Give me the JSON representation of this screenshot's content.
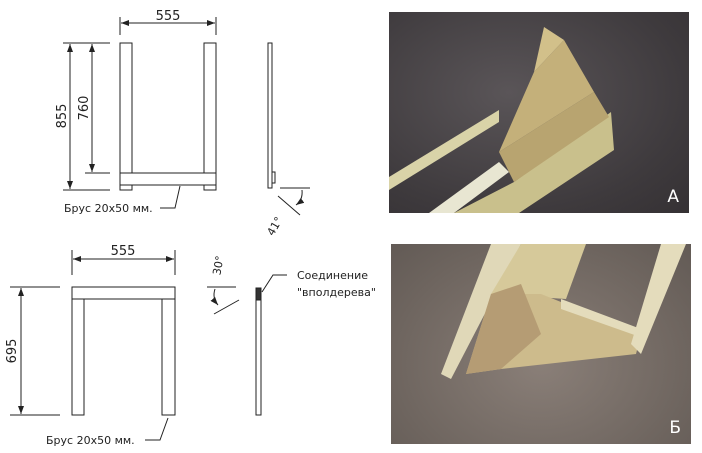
{
  "drawing_top": {
    "width_dim": "555",
    "height_dim_total": "855",
    "height_dim_inner": "760",
    "angle": "41°",
    "material_label": "Брус 20х50 мм."
  },
  "drawing_bottom": {
    "width_dim": "555",
    "height_dim": "695",
    "angle": "30°",
    "joint_label_line1": "Соединение",
    "joint_label_line2": "\"вполдерева\"",
    "material_label": "Брус 20х50 мм."
  },
  "photos": {
    "a_label": "А",
    "b_label": "Б"
  }
}
